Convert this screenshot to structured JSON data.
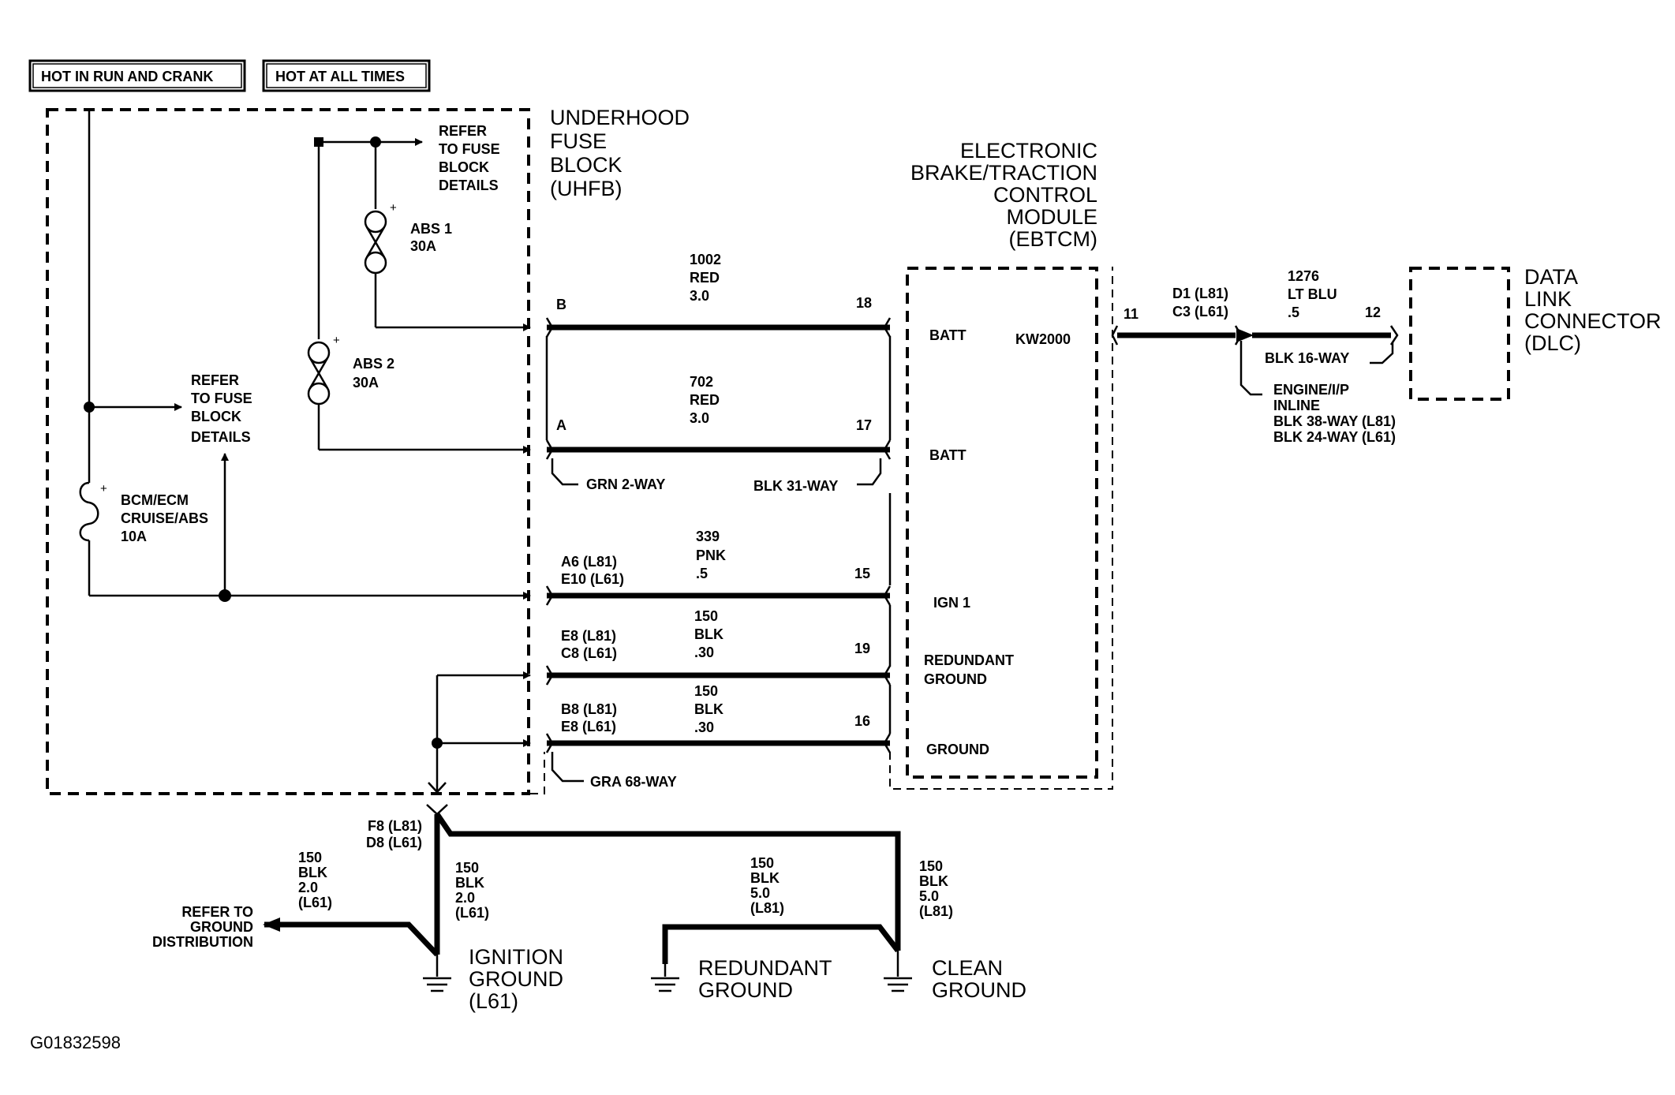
{
  "labels": {
    "hot_run": "HOT IN RUN AND CRANK",
    "hot_all": "HOT AT ALL TIMES",
    "uhfb": [
      "UNDERHOOD",
      "FUSE",
      "BLOCK",
      "(UHFB)"
    ],
    "ebtcm": [
      "ELECTRONIC",
      "BRAKE/TRACTION",
      "CONTROL",
      "MODULE",
      "(EBTCM)"
    ],
    "dlc": [
      "DATA",
      "LINK",
      "CONNECTOR",
      "(DLC)"
    ],
    "refer_top": [
      "REFER",
      "TO FUSE",
      "BLOCK",
      "DETAILS"
    ],
    "refer_mid": [
      "REFER",
      "TO FUSE",
      "BLOCK",
      "DETAILS"
    ],
    "abs1": [
      "ABS 1",
      "30A"
    ],
    "abs2": [
      "ABS 2",
      "30A"
    ],
    "bcm": [
      "BCM/ECM",
      "CRUISE/ABS",
      "10A"
    ],
    "plus": "+"
  },
  "circuits": {
    "c1002": {
      "info": [
        "1002",
        "RED",
        "3.0"
      ],
      "left": "B",
      "right": "18",
      "pin": "BATT"
    },
    "c702": {
      "info": [
        "702",
        "RED",
        "3.0"
      ],
      "left": "A",
      "right": "17",
      "pin": "BATT"
    },
    "c339": {
      "info": [
        "339",
        "PNK",
        ".5"
      ],
      "left": [
        "A6 (L81)",
        "E10 (L61)"
      ],
      "right": "15",
      "pin": "IGN 1"
    },
    "c150a": {
      "info": [
        "150",
        "BLK",
        ".30"
      ],
      "left": [
        "E8 (L81)",
        "C8 (L61)"
      ],
      "right": "19",
      "pin": [
        "REDUNDANT",
        "GROUND"
      ]
    },
    "c150b": {
      "info": [
        "150",
        "BLK",
        ".30"
      ],
      "left": [
        "B8 (L81)",
        "E8 (L61)"
      ],
      "right": "16",
      "pin": "GROUND"
    }
  },
  "connectors": {
    "grn2": "GRN 2-WAY",
    "blk31": "BLK 31-WAY",
    "gra68": "GRA 68-WAY",
    "blk16": "BLK 16-WAY",
    "inline": [
      "ENGINE/I/P",
      "INLINE",
      "BLK 38-WAY (L81)",
      "BLK 24-WAY (L61)"
    ]
  },
  "kw2000": "KW2000",
  "dlc_wire": {
    "left": "11",
    "mid": [
      "D1 (L81)",
      "C3 (L61)"
    ],
    "info": [
      "1276",
      "LT BLU",
      ".5"
    ],
    "right": "12"
  },
  "ground_splice": [
    "F8 (L81)",
    "D8 (L61)"
  ],
  "ground_wires": {
    "a": [
      "150",
      "BLK",
      "2.0",
      "(L61)"
    ],
    "b": [
      "150",
      "BLK",
      "2.0",
      "(L61)"
    ],
    "c": [
      "150",
      "BLK",
      "5.0",
      "(L81)"
    ],
    "d": [
      "150",
      "BLK",
      "5.0",
      "(L81)"
    ]
  },
  "refer_ground": [
    "REFER TO",
    "GROUND",
    "DISTRIBUTION"
  ],
  "grounds": {
    "ignition": [
      "IGNITION",
      "GROUND",
      "(L61)"
    ],
    "redundant": [
      "REDUNDANT",
      "GROUND"
    ],
    "clean": [
      "CLEAN",
      "GROUND"
    ]
  },
  "figure_id": "G01832598"
}
